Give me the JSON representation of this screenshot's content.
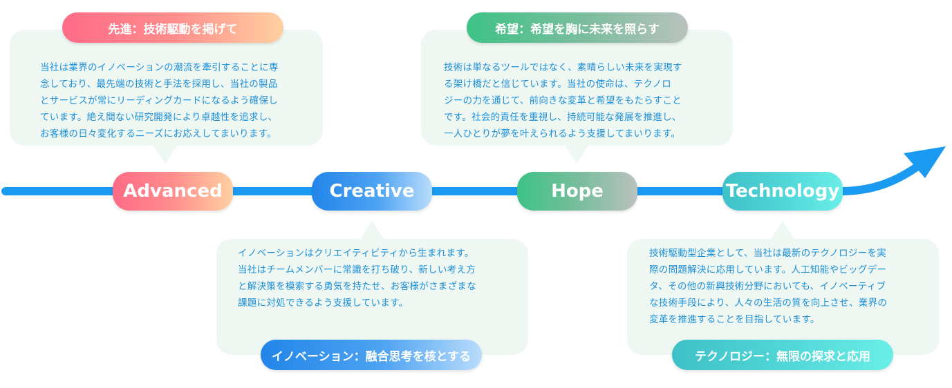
{
  "colors": {
    "timeline": "#1a9af0",
    "bubble_bg": "#eef7f2",
    "bubble_text": "#1d8fd8"
  },
  "nodes": [
    {
      "label": "Advanced"
    },
    {
      "label": "Creative"
    },
    {
      "label": "Hope"
    },
    {
      "label": "Technology"
    }
  ],
  "callouts": [
    {
      "title": "先進：技術駆動を掲げて",
      "lines": [
        "当社は業界のイノベーションの潮流を牽引することに専",
        "念しており、最先端の技術と手法を採用し、当社の製品",
        "とサービスが常にリーディングカードになるよう確保し",
        "ています。絶え間ない研究開発により卓越性を追求し、",
        "お客様の日々変化するニーズにお応えしてまいります。"
      ]
    },
    {
      "title": "イノベーション：融合思考を核とする",
      "lines": [
        "イノベーションはクリエイティビティから生まれます。",
        "当社はチームメンバーに常識を打ち破り、新しい考え方",
        "と解決策を模索する勇気を持たせ、お客様がさまざまな",
        "課題に対処できるよう支援しています。"
      ]
    },
    {
      "title": "希望：希望を胸に未来を照らす",
      "lines": [
        "技術は単なるツールではなく、素晴らしい未来を実現す",
        "る架け橋だと信じています。当社の使命は、テクノロ",
        "ジーの力を通じて、前向きな変革と希望をもたらすこと",
        "です。社会的責任を重視し、持続可能な発展を推進し、",
        "一人ひとりが夢を叶えられるよう支援してまいります。"
      ]
    },
    {
      "title": "テクノロジー：無限の探求と応用",
      "lines": [
        "技術駆動型企業として、当社は最新のテクノロジーを実",
        "際の問題解決に応用しています。人工知能やビッグデー",
        "タ、その他の新興技術分野においても、イノベーティブ",
        "な技術手段により、人々の生活の質を向上させ、業界の",
        "変革を推進することを目指しています。"
      ]
    }
  ]
}
